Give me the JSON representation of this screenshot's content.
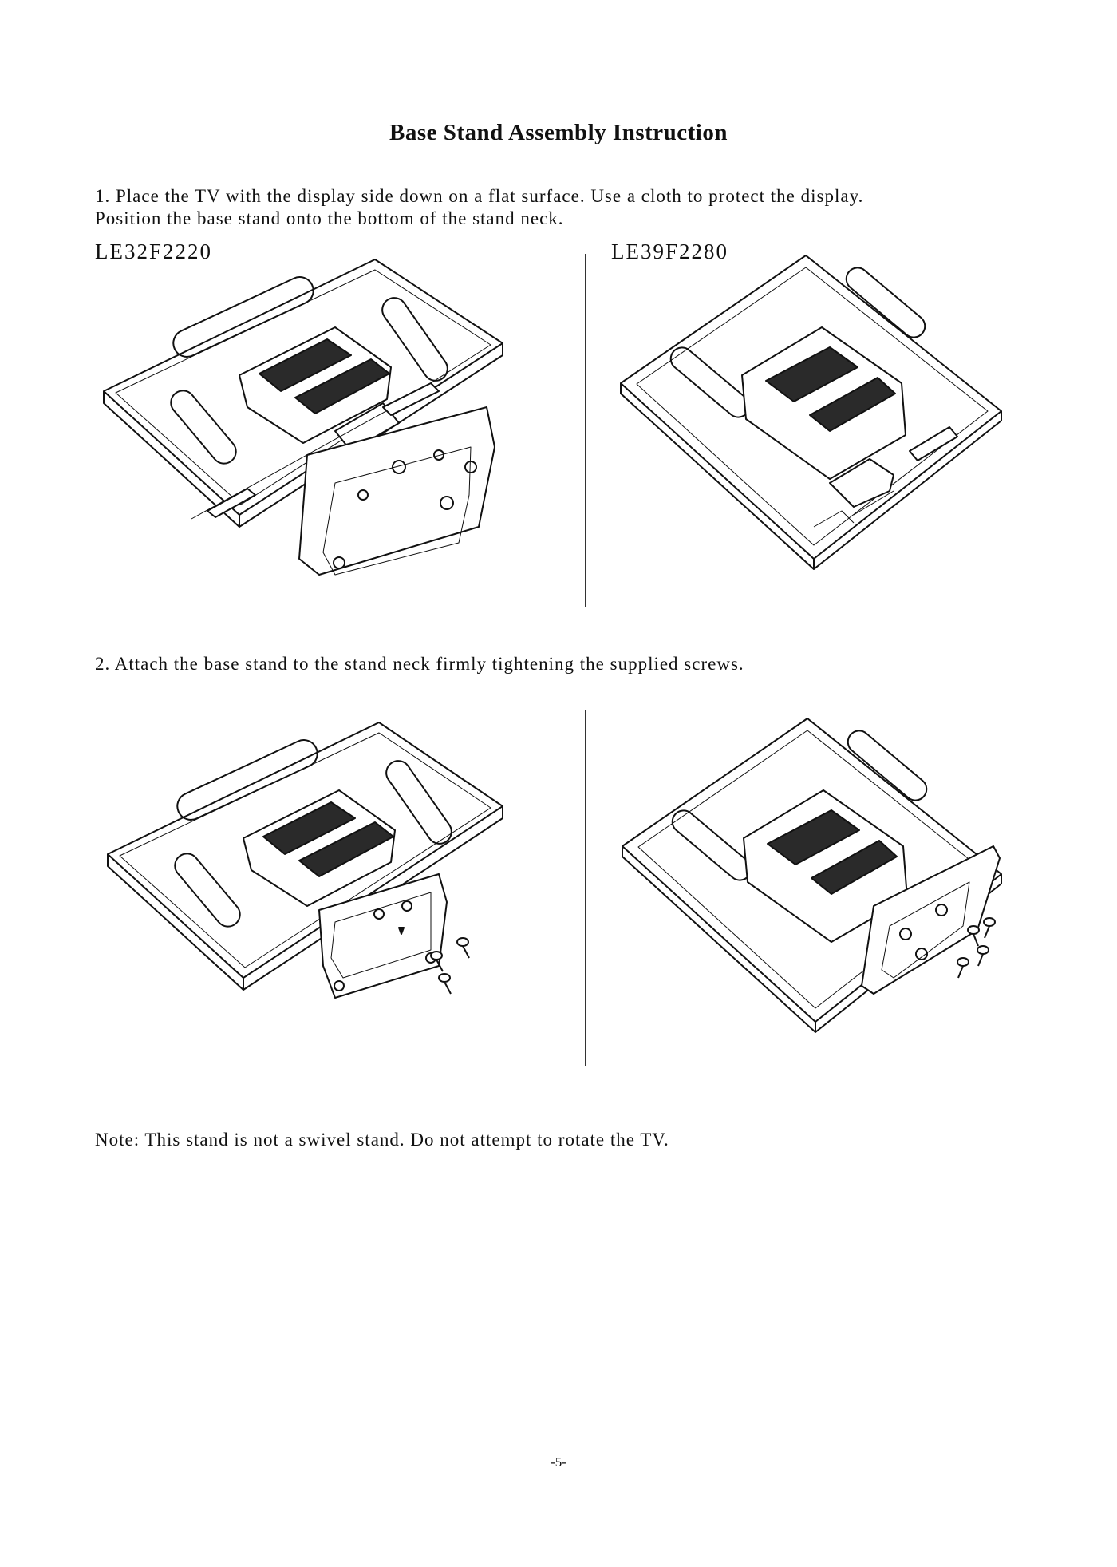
{
  "document": {
    "title": "Base Stand Assembly Instruction",
    "step1": {
      "line1": "1. Place the TV with the display side down on a flat surface. Use a cloth to protect the display.",
      "line2": "Position the base stand onto the bottom of the stand neck."
    },
    "models": {
      "left": "LE32F2220",
      "right": "LE39F2280"
    },
    "step2": "2. Attach the base stand to the stand neck firmly tightening the supplied screws.",
    "note": "Note: This stand is not a swivel stand. Do not attempt to rotate the TV.",
    "page_number": "-5-"
  },
  "icons": {
    "illustration_1": "tv-back-with-base-stand-separate-icon",
    "illustration_2": "tv-back-with-base-stand-separate-icon",
    "illustration_3": "tv-back-with-base-stand-attached-screws-icon",
    "illustration_4": "tv-back-with-base-stand-attached-screws-icon"
  }
}
